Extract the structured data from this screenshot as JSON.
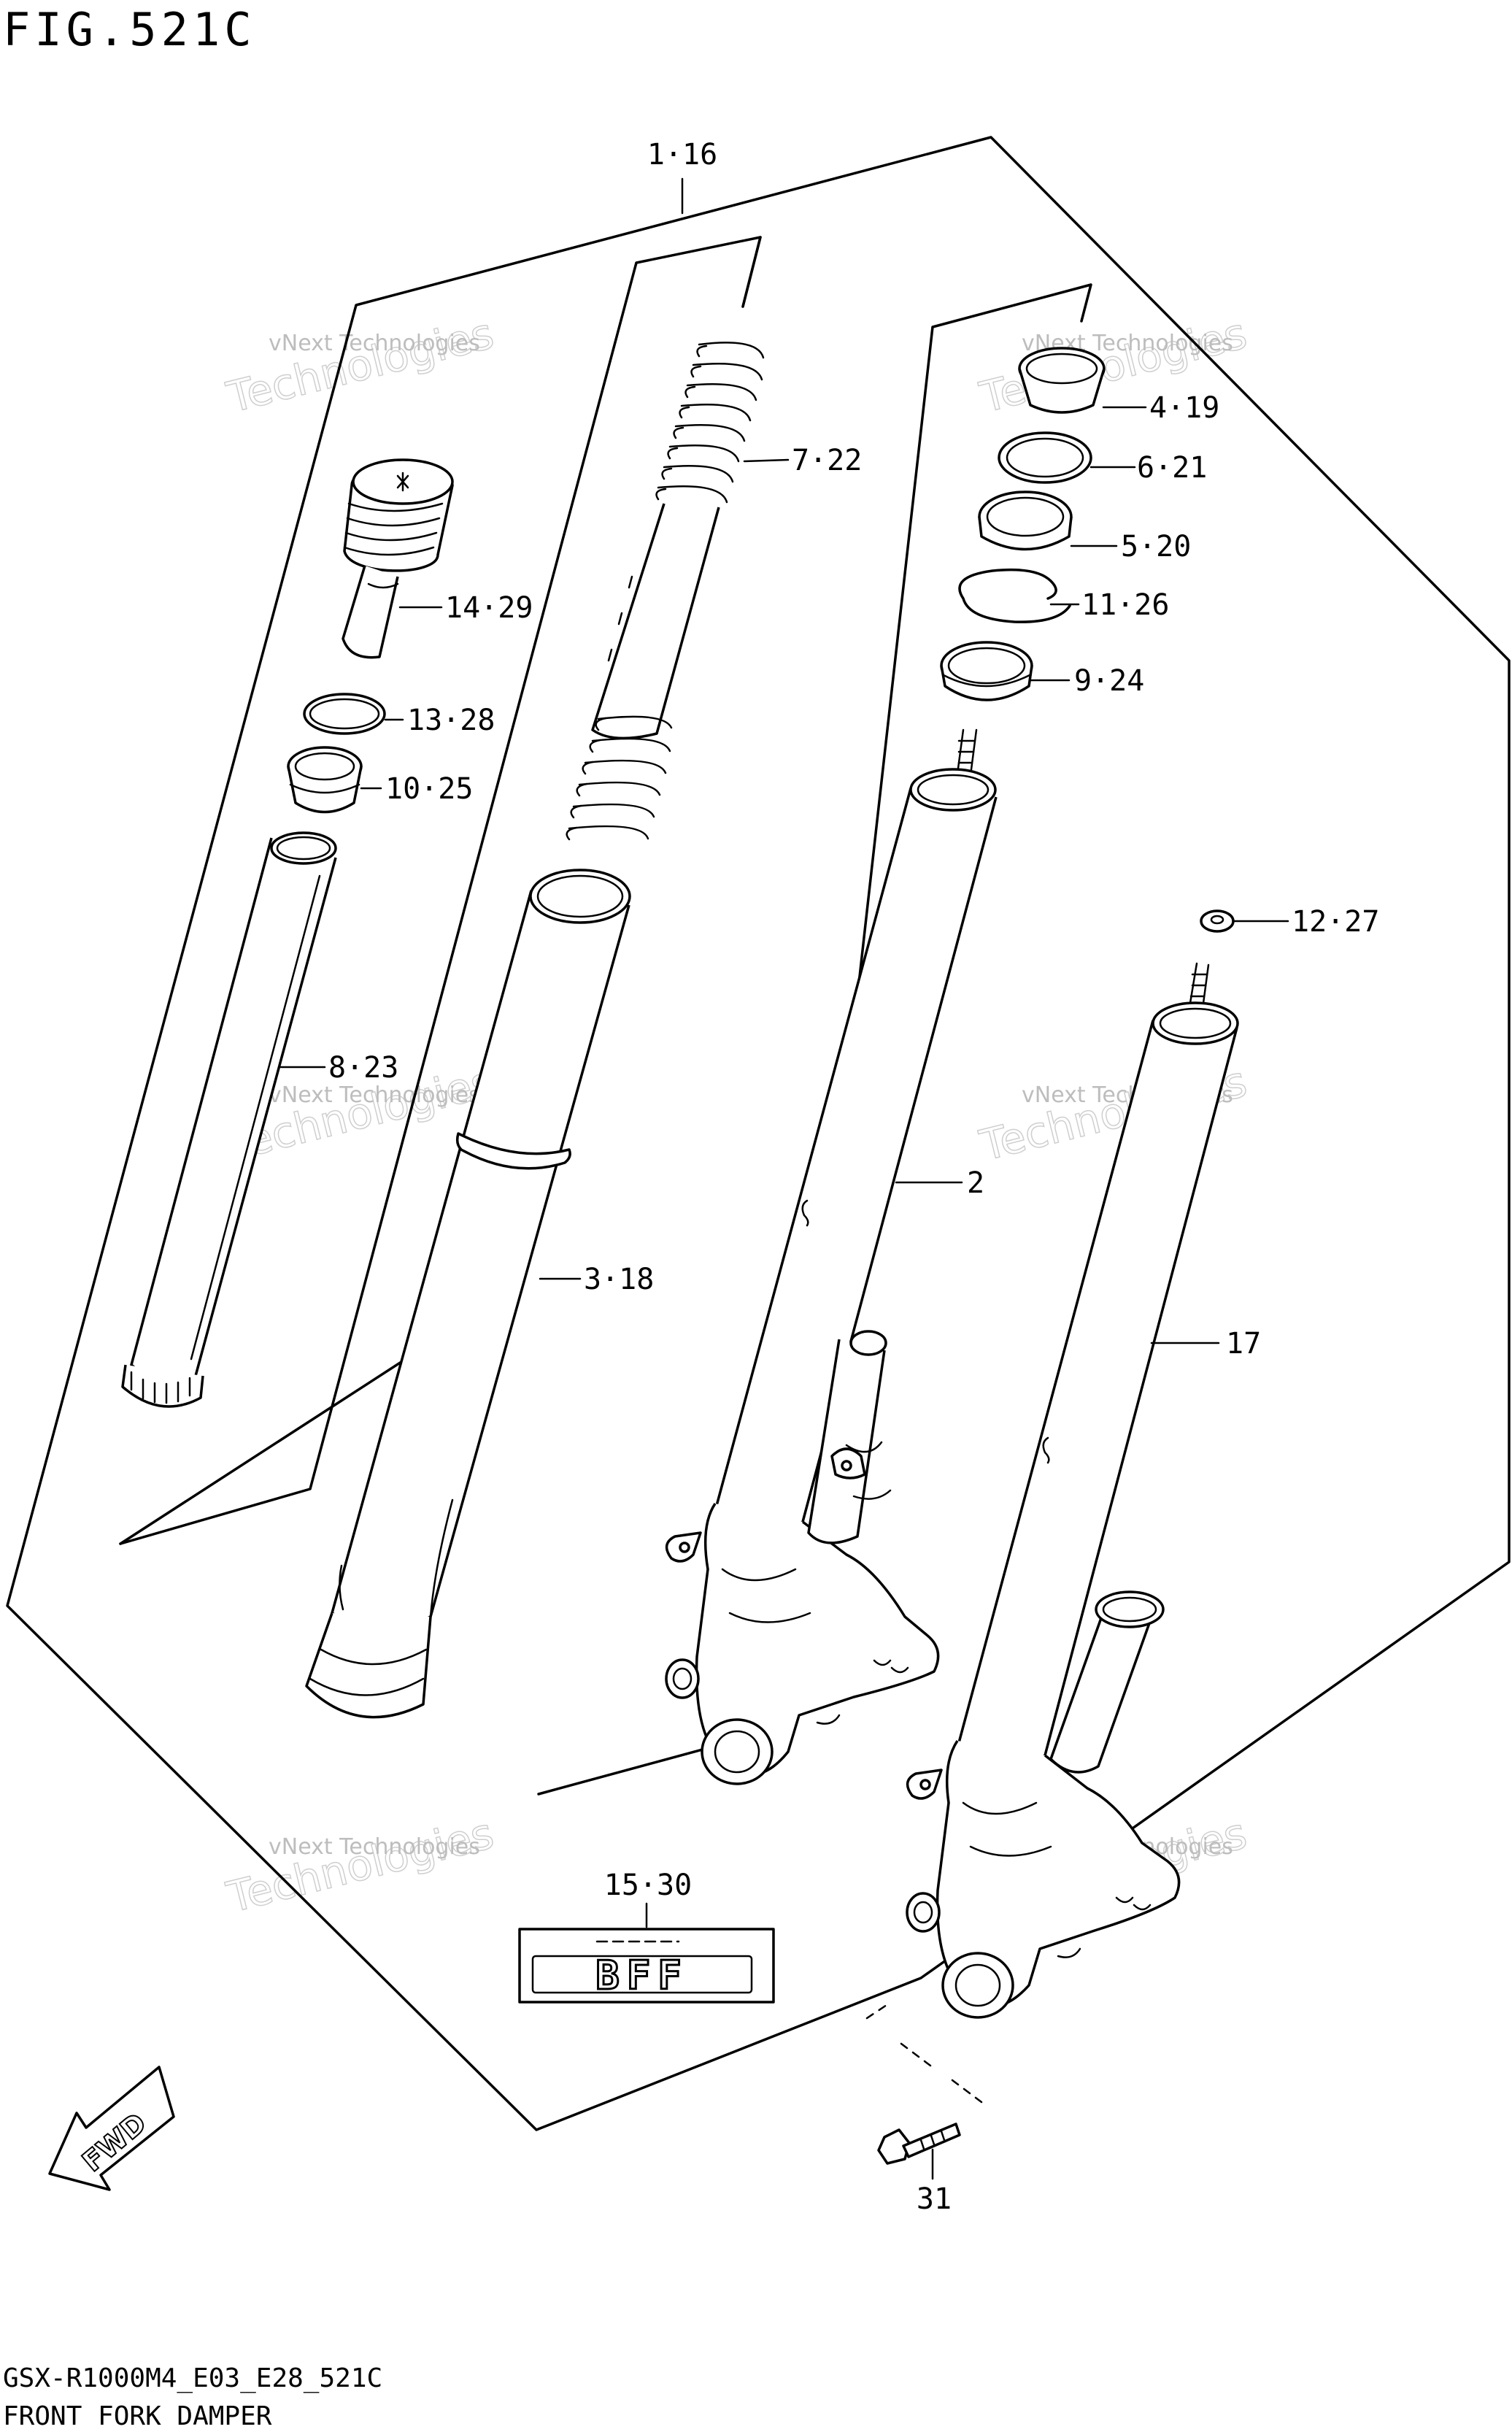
{
  "figure": {
    "title": "FIG.521C",
    "model_code": "GSX-R1000M4_E03_E28_521C",
    "caption": "FRONT FORK DAMPER"
  },
  "callouts": [
    {
      "id": "c1",
      "label": "1·16"
    },
    {
      "id": "c2",
      "label": "7·22"
    },
    {
      "id": "c3",
      "label": "4·19"
    },
    {
      "id": "c4",
      "label": "6·21"
    },
    {
      "id": "c5",
      "label": "5·20"
    },
    {
      "id": "c6",
      "label": "11·26"
    },
    {
      "id": "c7",
      "label": "9·24"
    },
    {
      "id": "c8",
      "label": "14·29"
    },
    {
      "id": "c9",
      "label": "13·28"
    },
    {
      "id": "c10",
      "label": "10·25"
    },
    {
      "id": "c11",
      "label": "12·27"
    },
    {
      "id": "c12",
      "label": "8·23"
    },
    {
      "id": "c13",
      "label": "2"
    },
    {
      "id": "c14",
      "label": "3·18"
    },
    {
      "id": "c15",
      "label": "17"
    },
    {
      "id": "c16",
      "label": "15·30"
    },
    {
      "id": "c17",
      "label": "31"
    }
  ],
  "decal_text": "BFF",
  "fwd_arrow_text": "FWD",
  "watermark": {
    "line1": "vNext Technologies",
    "line2": "Technologies"
  },
  "colors": {
    "line": "#000000",
    "watermark": "#bdbdbd",
    "background": "#ffffff"
  }
}
